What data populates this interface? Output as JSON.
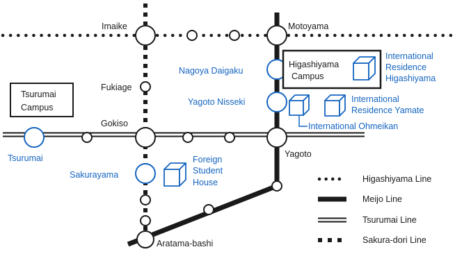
{
  "stations": {
    "imaike": "Imaike",
    "motoyama": "Motoyama",
    "fukiage": "Fukiage",
    "gokiso": "Gokiso",
    "tsurumai": "Tsurumai",
    "sakurayama": "Sakurayama",
    "nagoya_daigaku": "Nagoya Daigaku",
    "yagoto_nisseki": "Yagoto Nisseki",
    "yagoto": "Yagoto",
    "aratama_bashi": "Aratama-bashi"
  },
  "campuses": {
    "tsurumai": [
      "Tsurumai",
      "Campus"
    ],
    "higashiyama": [
      "Higashiyama",
      "Campus"
    ]
  },
  "facilities": {
    "international_residence_higashiyama": [
      "International",
      "Residence",
      "Higashiyama"
    ],
    "international_residence_yamate": [
      "International",
      "Residence Yamate"
    ],
    "international_ohmeikan": "International Ohmeikan",
    "foreign_student_house": [
      "Foreign",
      "Student",
      "House"
    ]
  },
  "legend": [
    {
      "id": "higashiyama",
      "label": "Higashiyama Line"
    },
    {
      "id": "meijo",
      "label": "Meijo Line"
    },
    {
      "id": "tsurumai",
      "label": "Tsurumai Line"
    },
    {
      "id": "sakura_dori",
      "label": "Sakura-dori Line"
    }
  ],
  "colors": {
    "line": "#1a1a1a",
    "accent": "#1565c0",
    "background": "#ffffff"
  }
}
